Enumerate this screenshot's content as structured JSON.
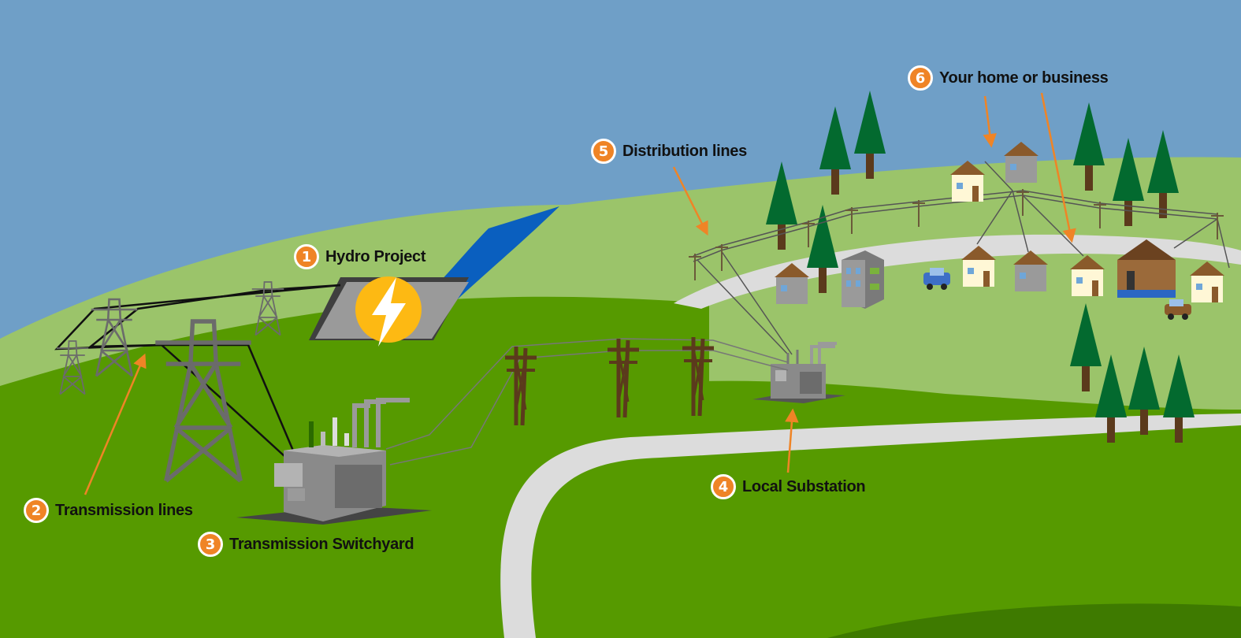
{
  "colors": {
    "sky": "#6f9fc7",
    "river": "#0a5fbf",
    "grass_dark": "#569a00",
    "grass_light": "#9bc46a",
    "road": "#dcdcdc",
    "callout_orange": "#ef8426",
    "bolt_yellow": "#fdb913",
    "tree": "#036a2f",
    "trunk": "#5b3a1c",
    "tower": "#6b6b6b"
  },
  "callouts": [
    {
      "number": "1",
      "label": "Hydro Project"
    },
    {
      "number": "2",
      "label": "Transmission lines"
    },
    {
      "number": "3",
      "label": "Transmission Switchyard"
    },
    {
      "number": "4",
      "label": "Local Substation"
    },
    {
      "number": "5",
      "label": "Distribution lines"
    },
    {
      "number": "6",
      "label": "Your home or business"
    }
  ],
  "icons": {
    "hydro": "lightning-bolt-icon",
    "tower": "transmission-tower-icon",
    "pole": "utility-pole-icon",
    "transformer": "transformer-icon",
    "house": "house-icon",
    "tree": "pine-tree-icon",
    "car": "car-icon"
  }
}
